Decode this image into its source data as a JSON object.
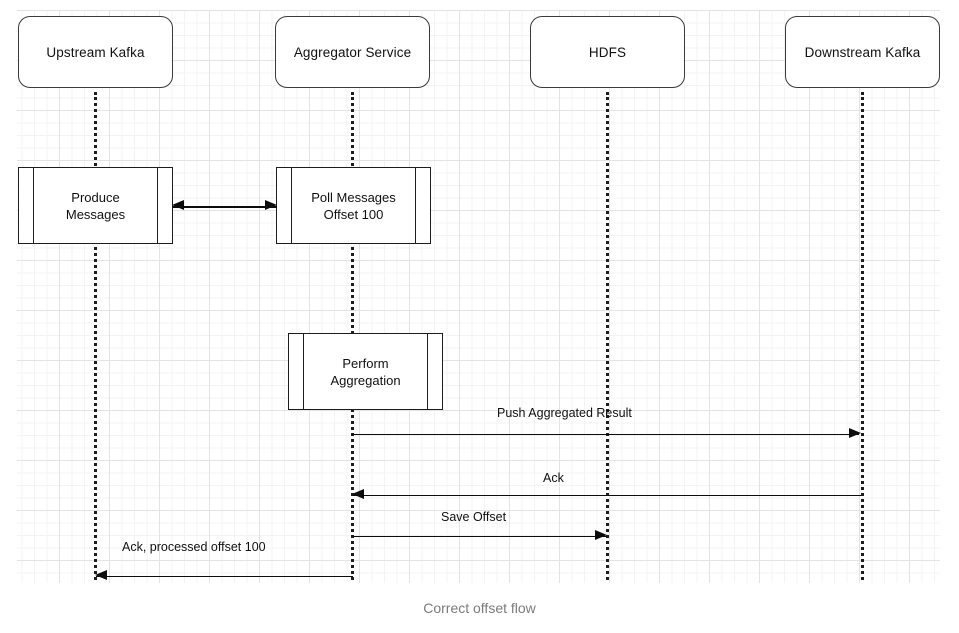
{
  "diagram": {
    "caption": "Correct offset flow",
    "participants": [
      {
        "id": "upstream-kafka",
        "label": "Upstream Kafka"
      },
      {
        "id": "aggregator-service",
        "label": "Aggregator Service"
      },
      {
        "id": "hdfs",
        "label": "HDFS"
      },
      {
        "id": "downstream-kafka",
        "label": "Downstream Kafka"
      }
    ],
    "activations": [
      {
        "id": "produce-messages",
        "line1": "Produce",
        "line2": "Messages"
      },
      {
        "id": "poll-messages",
        "line1": "Poll Messages",
        "line2": "Offset 100"
      },
      {
        "id": "perform-aggregation",
        "line1": "Perform",
        "line2": "Aggregation"
      }
    ],
    "messages": [
      {
        "id": "produce-poll",
        "label": "",
        "direction": "both"
      },
      {
        "id": "push-aggregated",
        "label": "Push Aggregated Result",
        "direction": "right"
      },
      {
        "id": "ack",
        "label": "Ack",
        "direction": "left"
      },
      {
        "id": "save-offset",
        "label": "Save Offset",
        "direction": "right"
      },
      {
        "id": "ack-processed",
        "label": "Ack, processed offset 100",
        "direction": "left"
      }
    ],
    "colors": {
      "stroke": "#1d1d1d",
      "participant_border": "#3a3a3a",
      "grid_major": "#e3e3e3",
      "grid_minor": "#f3f3f3",
      "caption": "#7b7b7b",
      "background": "#ffffff"
    }
  }
}
